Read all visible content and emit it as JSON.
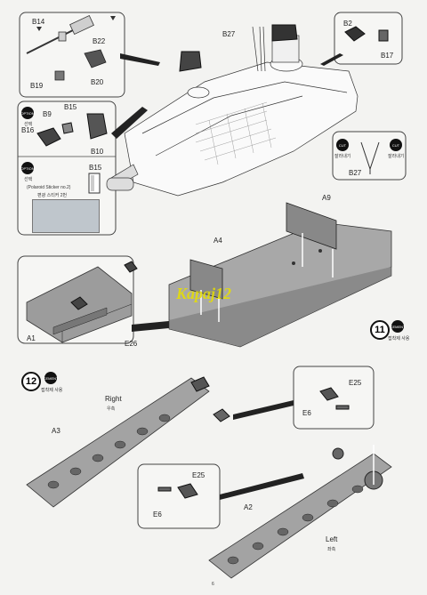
{
  "watermark": "Kapaj12",
  "page_number": "6",
  "step_top": {
    "labels": {
      "b14": "B14",
      "b22": "B22",
      "b19": "B19",
      "b20": "B20",
      "b27": "B27",
      "b2": "B2",
      "b17": "B17",
      "b9": "B9",
      "b15a": "B15",
      "b16": "B16",
      "b10": "B10",
      "b15b": "B15",
      "sticker_note": "(Polaroid Sticker no.2)",
      "sticker_note_kr": "편광 스티커 2번",
      "b27_cut": "B27"
    },
    "badges": {
      "option1": "OPTION",
      "option1_kr": "선택",
      "option2": "OPTION",
      "option2_kr": "선택",
      "cut_left": "CUT",
      "cut_left_kr": "잘라내기",
      "cut_right": "CUT",
      "cut_right_kr": "잘라내기"
    }
  },
  "step11": {
    "number": "11",
    "badge": "CEMENT",
    "badge_kr": "접착제 사용",
    "labels": {
      "a9": "A9",
      "a4": "A4",
      "a1": "A1",
      "e26": "E26"
    }
  },
  "step12": {
    "number": "12",
    "badge": "CEMENT",
    "badge_kr": "접착제 사용",
    "right_label": "Right",
    "right_label_kr": "우측",
    "left_label": "Left",
    "left_label_kr": "좌측",
    "labels": {
      "a3": "A3",
      "a2": "A2",
      "e25_top": "E25",
      "e6_top": "E6",
      "e25_bot": "E25",
      "e6_bot": "E6"
    }
  }
}
